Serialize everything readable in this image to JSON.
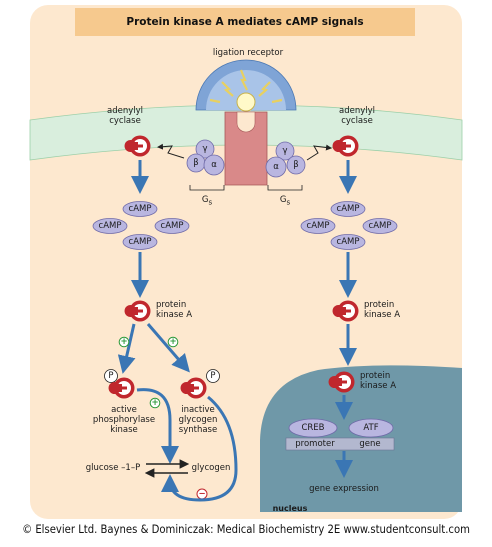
{
  "title": "Protein kinase A mediates cAMP signals",
  "labels": {
    "receptor": "ligation receptor",
    "adenylyl_left": [
      "adenylyl",
      "cyclase"
    ],
    "adenylyl_right": [
      "adenylyl",
      "cyclase"
    ],
    "gs_left": "G",
    "gs_right": "G",
    "gs_sub": "s",
    "camp": "cAMP",
    "pka_left": [
      "protein",
      "kinase A"
    ],
    "pka_right": [
      "protein",
      "kinase A"
    ],
    "pka_nucleus": [
      "protein",
      "kinase A"
    ],
    "phosphorylase": [
      "active",
      "phosphorylase",
      "kinase"
    ],
    "synthase": [
      "inactive",
      "glycogen",
      "synthase"
    ],
    "glucose": "glucose –1–P",
    "glycogen": "glycogen",
    "creb": "CREB",
    "atf": "ATF",
    "promoter": "promoter",
    "gene": "gene",
    "gene_expression": "gene expression",
    "nucleus": "nucleus",
    "p": "P",
    "plus": "+",
    "minus": "−",
    "gamma": "γ",
    "beta": "β",
    "alpha": "α"
  },
  "footer": "© Elsevier Ltd. Baynes & Dominiczak: Medical Biochemistry 2E www.studentconsult.com",
  "colors": {
    "cell_bg": "#fde8cf",
    "membrane": "#d9eedd",
    "nucleus": "#6f98a8",
    "arrow": "#3a76b4",
    "oval": "#b9b6e0",
    "enzyme": "#c0272d",
    "receptor": "#d98989",
    "title_bar": "#f6c98e"
  }
}
